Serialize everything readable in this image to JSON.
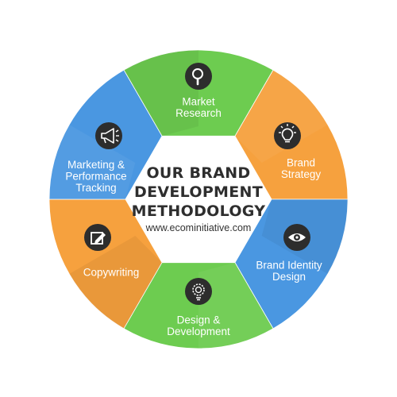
{
  "center": {
    "title_lines": [
      "OUR BRAND",
      "DEVELOPMENT",
      "METHODOLOGY"
    ],
    "url": "www.ecominitiative.com"
  },
  "colors": {
    "green": "#6dcc50",
    "orange": "#f6a13e",
    "blue": "#4a97e1",
    "icon_bg": "#2d2d2d",
    "center_bg": "#ffffff"
  },
  "segments": [
    {
      "key": "market-research",
      "label_lines": [
        "Market",
        "Research"
      ],
      "color": "#6dcc50",
      "icon": "magnifier-icon"
    },
    {
      "key": "brand-strategy",
      "label_lines": [
        "Brand",
        "Strategy"
      ],
      "color": "#f6a13e",
      "icon": "lightbulb-icon"
    },
    {
      "key": "brand-identity-design",
      "label_lines": [
        "Brand Identity",
        "Design"
      ],
      "color": "#4a97e1",
      "icon": "eye-icon"
    },
    {
      "key": "design-development",
      "label_lines": [
        "Design &",
        "Development"
      ],
      "color": "#6dcc50",
      "icon": "gear-bulb-icon"
    },
    {
      "key": "copywriting",
      "label_lines": [
        "Copywriting"
      ],
      "color": "#f6a13e",
      "icon": "pencil-icon"
    },
    {
      "key": "marketing-performance-tracking",
      "label_lines": [
        "Marketing &",
        "Performance",
        "Tracking"
      ],
      "color": "#4a97e1",
      "icon": "megaphone-icon"
    }
  ]
}
